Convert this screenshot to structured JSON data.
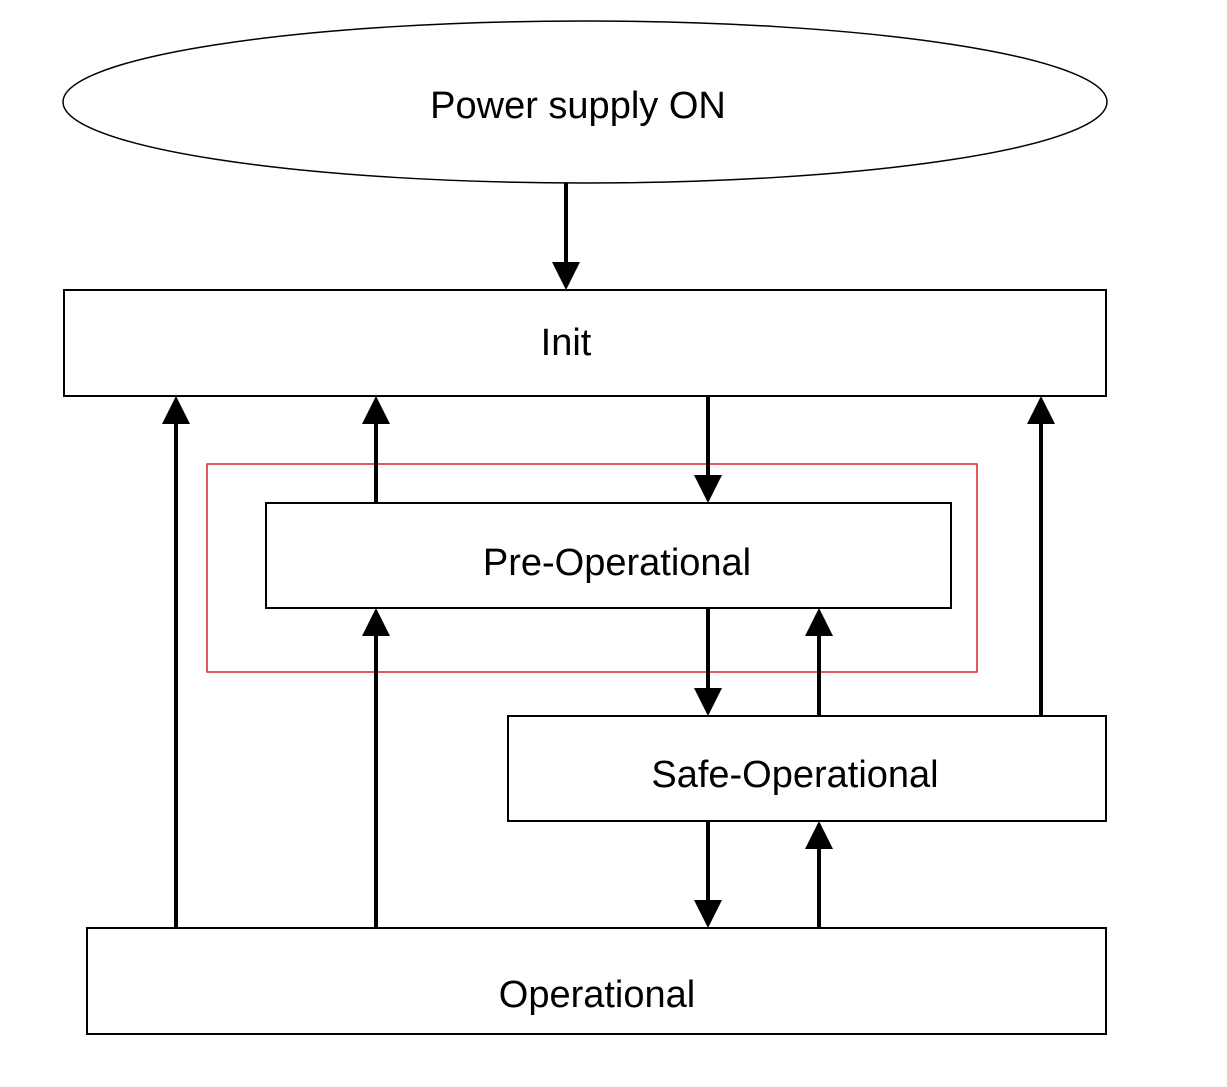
{
  "states": {
    "power_on": {
      "label": "Power supply ON"
    },
    "init": {
      "label": "Init"
    },
    "pre_operational": {
      "label": "Pre-Operational"
    },
    "safe_operational": {
      "label": "Safe-Operational"
    },
    "operational": {
      "label": "Operational"
    }
  },
  "transitions": [
    {
      "from": "Power supply ON",
      "to": "Init"
    },
    {
      "from": "Init",
      "to": "Pre-Operational"
    },
    {
      "from": "Pre-Operational",
      "to": "Init"
    },
    {
      "from": "Pre-Operational",
      "to": "Safe-Operational"
    },
    {
      "from": "Safe-Operational",
      "to": "Pre-Operational"
    },
    {
      "from": "Safe-Operational",
      "to": "Init"
    },
    {
      "from": "Safe-Operational",
      "to": "Operational"
    },
    {
      "from": "Operational",
      "to": "Safe-Operational"
    },
    {
      "from": "Operational",
      "to": "Pre-Operational"
    },
    {
      "from": "Operational",
      "to": "Init"
    }
  ],
  "highlight": {
    "target": "Pre-Operational",
    "color": "#d9262a"
  },
  "colors": {
    "stroke": "#000000",
    "background": "#ffffff"
  }
}
